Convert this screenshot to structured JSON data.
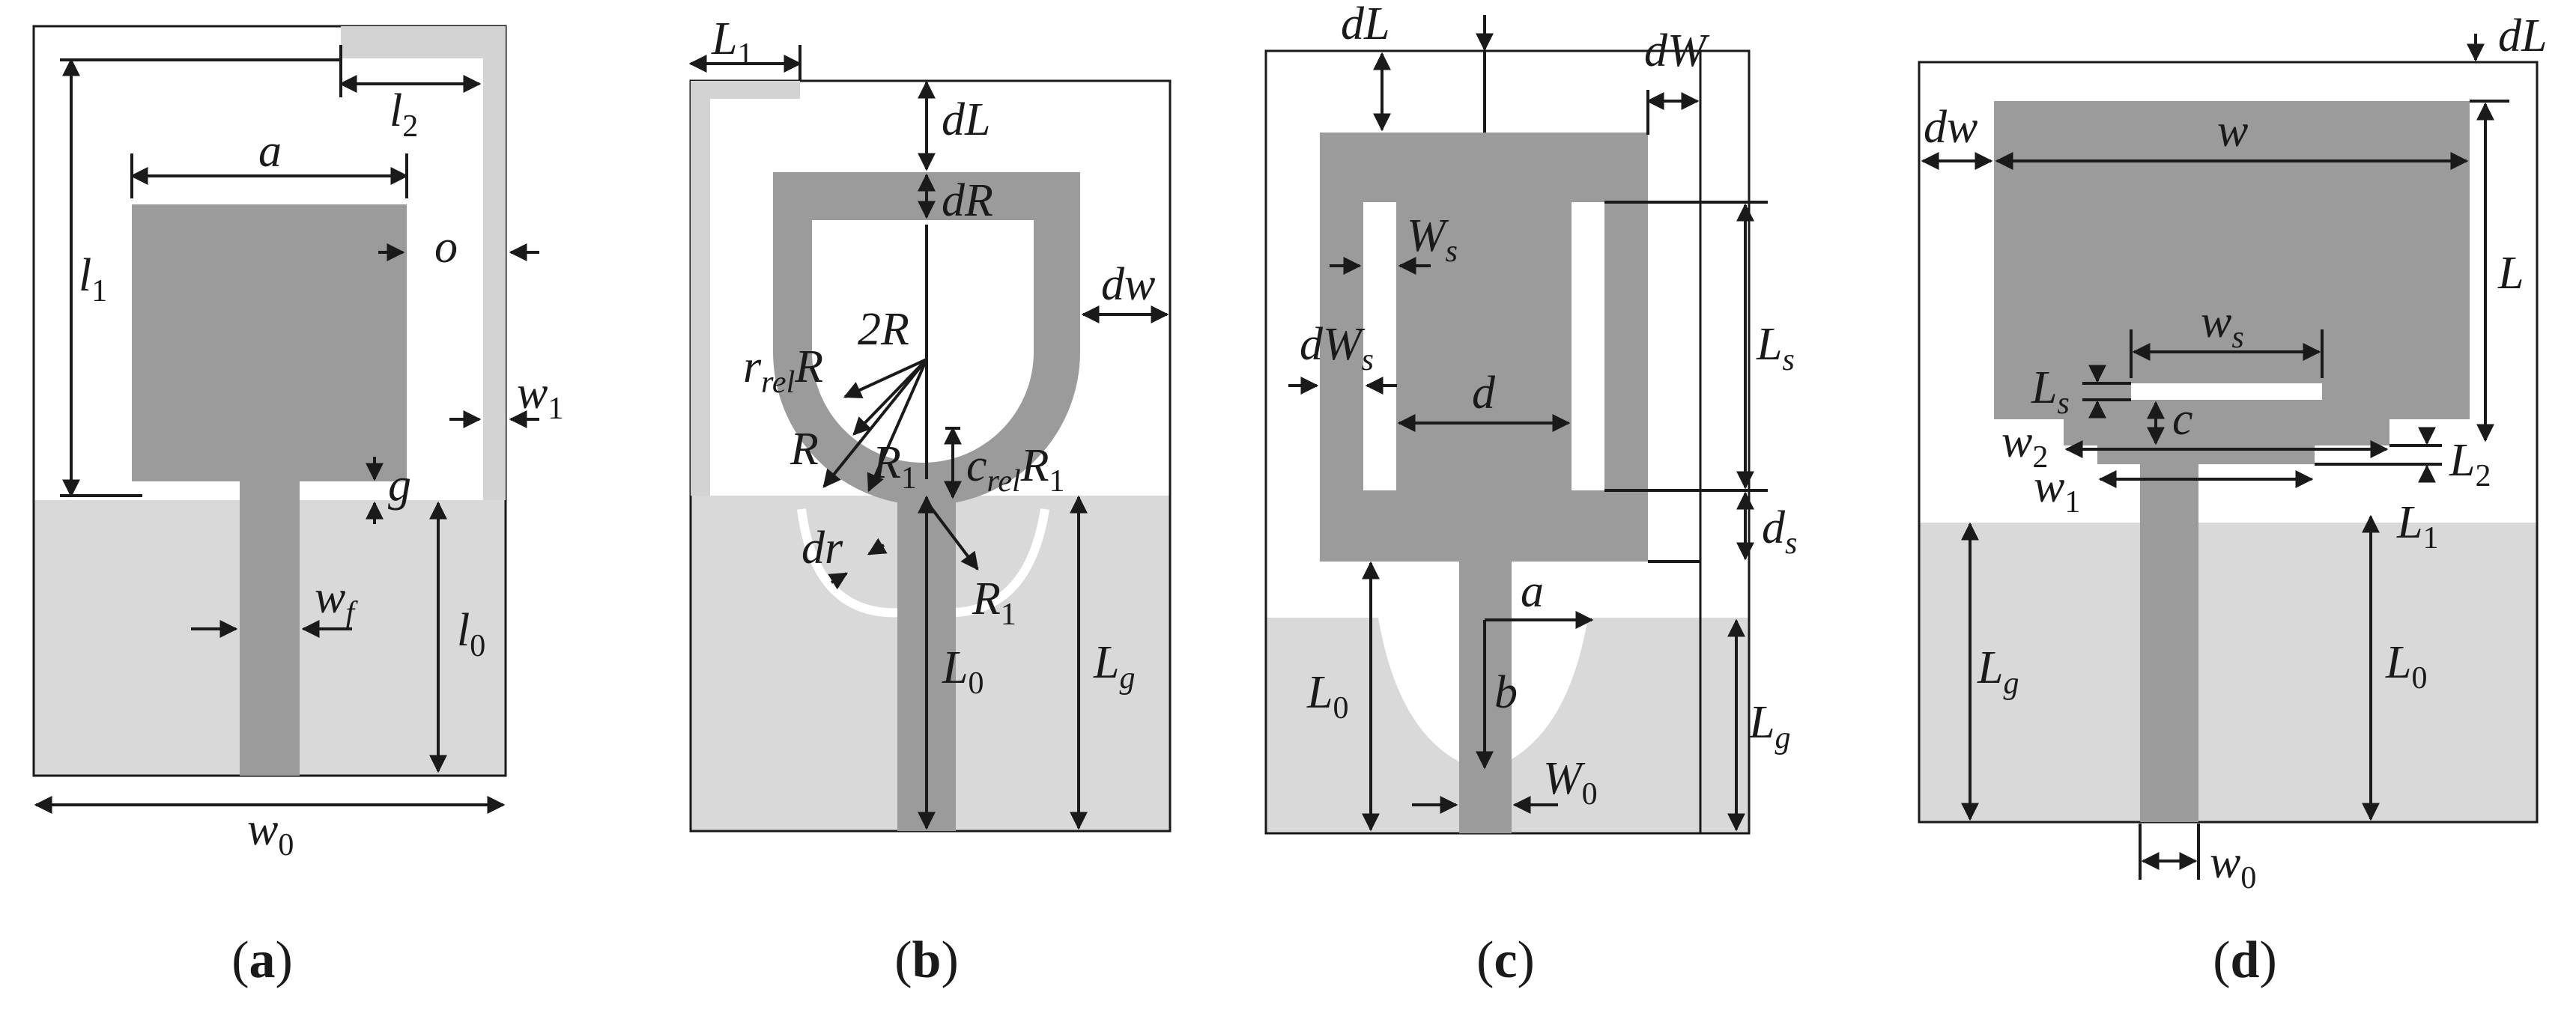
{
  "colors": {
    "patch": "#9b9b9b",
    "ground": "#d9d9d9",
    "parasitic": "#d3d3d3",
    "board_outline": "#1a1a1a",
    "slot": "#ffffff"
  },
  "panels": [
    {
      "caption": {
        "open": "(",
        "letter": "a",
        "close": ")"
      },
      "labels": {
        "a": "a",
        "l1": "l",
        "l1_sub": "1",
        "l2": "l",
        "l2_sub": "2",
        "o": "o",
        "w1": "w",
        "w1_sub": "1",
        "g": "g",
        "wf": "w",
        "wf_sub": "f",
        "l0": "l",
        "l0_sub": "0",
        "w0": "w",
        "w0_sub": "0"
      }
    },
    {
      "caption": {
        "open": "(",
        "letter": "b",
        "close": ")"
      },
      "labels": {
        "L1": "L",
        "L1_sub": "1",
        "dL": "dL",
        "dR": "dR",
        "dw": "dw",
        "twoR": "2R",
        "rrelR": "r",
        "rrelR_sub": "rel",
        "rrelR_tail": "R",
        "R": "R",
        "R1": "R",
        "R1_sub": "1",
        "crelR1": "c",
        "crelR1_sub": "rel",
        "crelR1_tail": "R",
        "crelR1_tail_sub": "1",
        "dr": "dr",
        "R1b": "R",
        "R1b_sub": "1",
        "L0": "L",
        "L0_sub": "0",
        "Lg": "L",
        "Lg_sub": "g"
      }
    },
    {
      "caption": {
        "open": "(",
        "letter": "c",
        "close": ")"
      },
      "labels": {
        "dL": "dL",
        "dW": "dW",
        "Ws": "W",
        "Ws_sub": "s",
        "dWs": "dW",
        "dWs_sub": "s",
        "d": "d",
        "Ls": "L",
        "Ls_sub": "s",
        "ds": "d",
        "ds_sub": "s",
        "a": "a",
        "b": "b",
        "L0": "L",
        "L0_sub": "0",
        "Lg": "L",
        "Lg_sub": "g",
        "W0": "W",
        "W0_sub": "0"
      }
    },
    {
      "caption": {
        "open": "(",
        "letter": "d",
        "close": ")"
      },
      "labels": {
        "dL": "dL",
        "dw": "dw",
        "w": "w",
        "L": "L",
        "ws": "w",
        "ws_sub": "s",
        "Ls": "L",
        "Ls_sub": "s",
        "c": "c",
        "w2": "w",
        "w2_sub": "2",
        "w1": "w",
        "w1_sub": "1",
        "L2": "L",
        "L2_sub": "2",
        "L1": "L",
        "L1_sub": "1",
        "Lg": "L",
        "Lg_sub": "g",
        "L0": "L",
        "L0_sub": "0",
        "w0": "w",
        "w0_sub": "0"
      }
    }
  ]
}
